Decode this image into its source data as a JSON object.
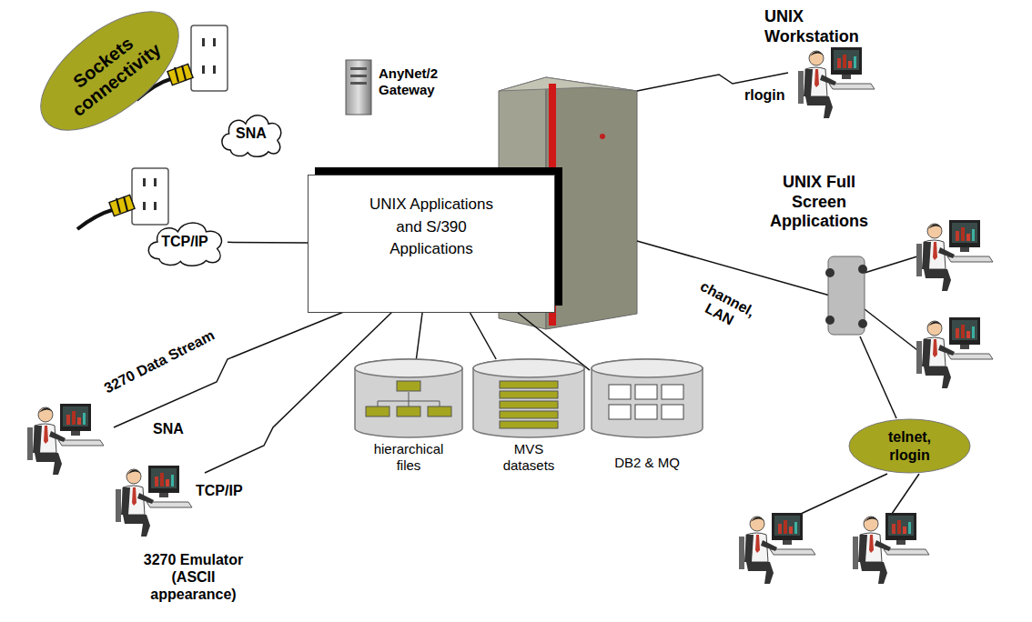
{
  "diagram": {
    "nodes": [
      {
        "text": [
          "Sockets connectivity"
        ]
      },
      {
        "text": [
          "SNA"
        ]
      },
      {
        "text": [
          "TCP/IP"
        ]
      },
      {
        "text": [
          "UNIX Applications and S/390 Applications"
        ]
      },
      {
        "text": [
          "hierarchical files"
        ]
      },
      {
        "text": [
          "MVS datasets"
        ]
      },
      {
        "text": [
          "DB2 & MQ"
        ]
      },
      {
        "text": [
          "telnet, rlogin"
        ]
      }
    ],
    "edges": [
      {
        "from": 2,
        "to": 3,
        "arrow": "none"
      },
      {
        "from": 3,
        "to": 4,
        "arrow": "none"
      },
      {
        "from": 3,
        "to": 5,
        "arrow": "none"
      },
      {
        "from": 3,
        "to": 6,
        "arrow": "none"
      }
    ],
    "labels": [
      "AnyNet/2 Gateway",
      "UNIX Workstation",
      "rlogin",
      "UNIX Full Screen Applications",
      "channel, LAN",
      "3270 Data Stream",
      "SNA",
      "TCP/IP",
      "3270 Emulator (ASCII appearance)"
    ]
  }
}
